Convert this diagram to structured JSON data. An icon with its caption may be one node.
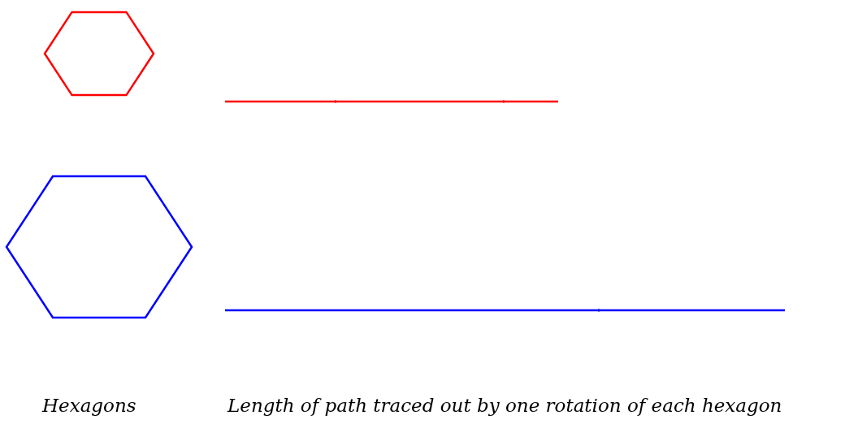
{
  "diagram": {
    "nodes": [
      {
        "text": [],
        "shape": "hexagon"
      },
      {
        "text": [],
        "shape": "hexagon"
      }
    ],
    "labels": [
      "Hexagons",
      "Length of path traced out by one rotation of each hexagon"
    ]
  }
}
